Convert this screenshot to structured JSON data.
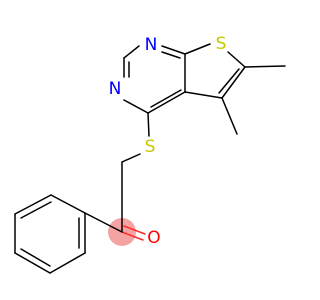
{
  "molecule": {
    "atoms": {
      "n1": {
        "symbol": "N",
        "color": "#0000ff"
      },
      "n3": {
        "symbol": "N",
        "color": "#0000ff"
      },
      "s_ring": {
        "symbol": "S",
        "color": "#c8c800"
      },
      "s_thioether": {
        "symbol": "S",
        "color": "#c8c800"
      },
      "o_carbonyl": {
        "symbol": "O",
        "color": "#ff0000"
      }
    },
    "colors": {
      "bond": "#000000",
      "carbonyl_bond": "#ff2a2a",
      "carbonyl_carbon_halo": "#f4a3a3"
    }
  }
}
